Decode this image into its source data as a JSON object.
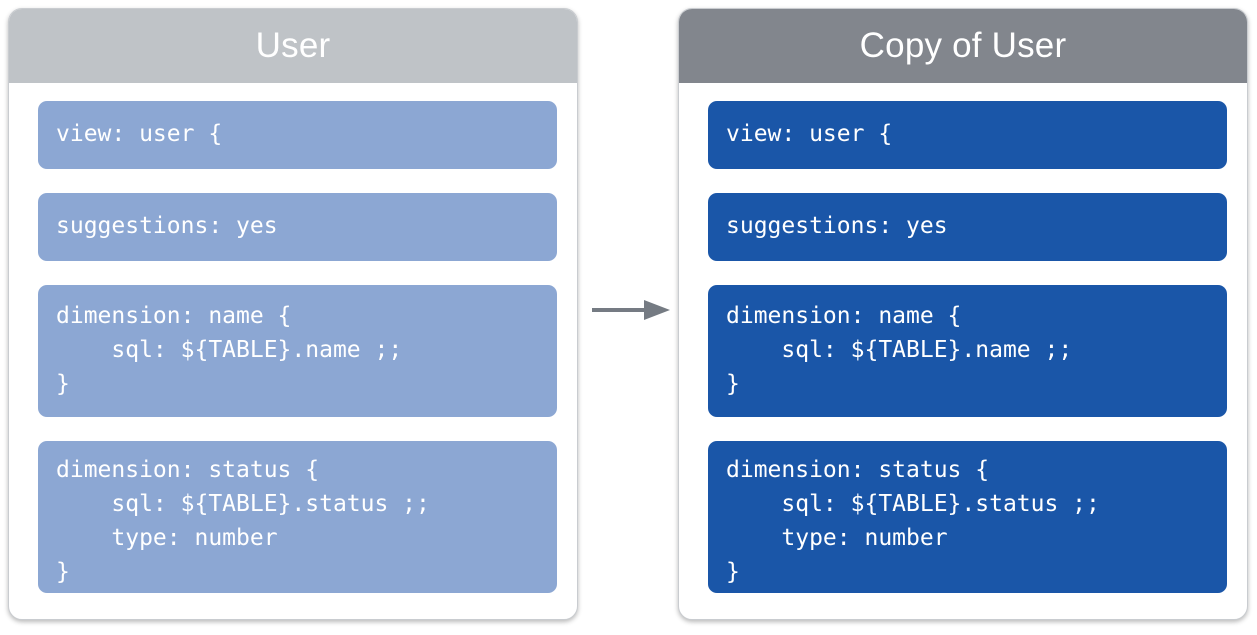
{
  "diagram": {
    "type": "before-after-copy",
    "arrow": {
      "icon": "right-arrow-icon",
      "direction": "right",
      "color": "#757b83",
      "label": ""
    },
    "panels": [
      {
        "id": "source",
        "title": "User",
        "header_color": "#bfc3c7",
        "block_color": "#8ca7d3",
        "blocks": [
          {
            "name": "view-declaration",
            "lines": 1,
            "code": "view: user {"
          },
          {
            "name": "suggestions-parameter",
            "lines": 1,
            "code": "suggestions: yes"
          },
          {
            "name": "dimension-name",
            "lines": 3,
            "code": "dimension: name {\n    sql: ${TABLE}.name ;;\n}"
          },
          {
            "name": "dimension-status",
            "lines": 4,
            "code": "dimension: status {\n    sql: ${TABLE}.status ;;\n    type: number\n}"
          }
        ]
      },
      {
        "id": "copy",
        "title": "Copy of User",
        "header_color": "#82868d",
        "block_color": "#1a56a8",
        "blocks": [
          {
            "name": "view-declaration",
            "lines": 1,
            "code": "view: user {"
          },
          {
            "name": "suggestions-parameter",
            "lines": 1,
            "code": "suggestions: yes"
          },
          {
            "name": "dimension-name",
            "lines": 3,
            "code": "dimension: name {\n    sql: ${TABLE}.name ;;\n}"
          },
          {
            "name": "dimension-status",
            "lines": 4,
            "code": "dimension: status {\n    sql: ${TABLE}.status ;;\n    type: number\n}"
          }
        ]
      }
    ]
  }
}
